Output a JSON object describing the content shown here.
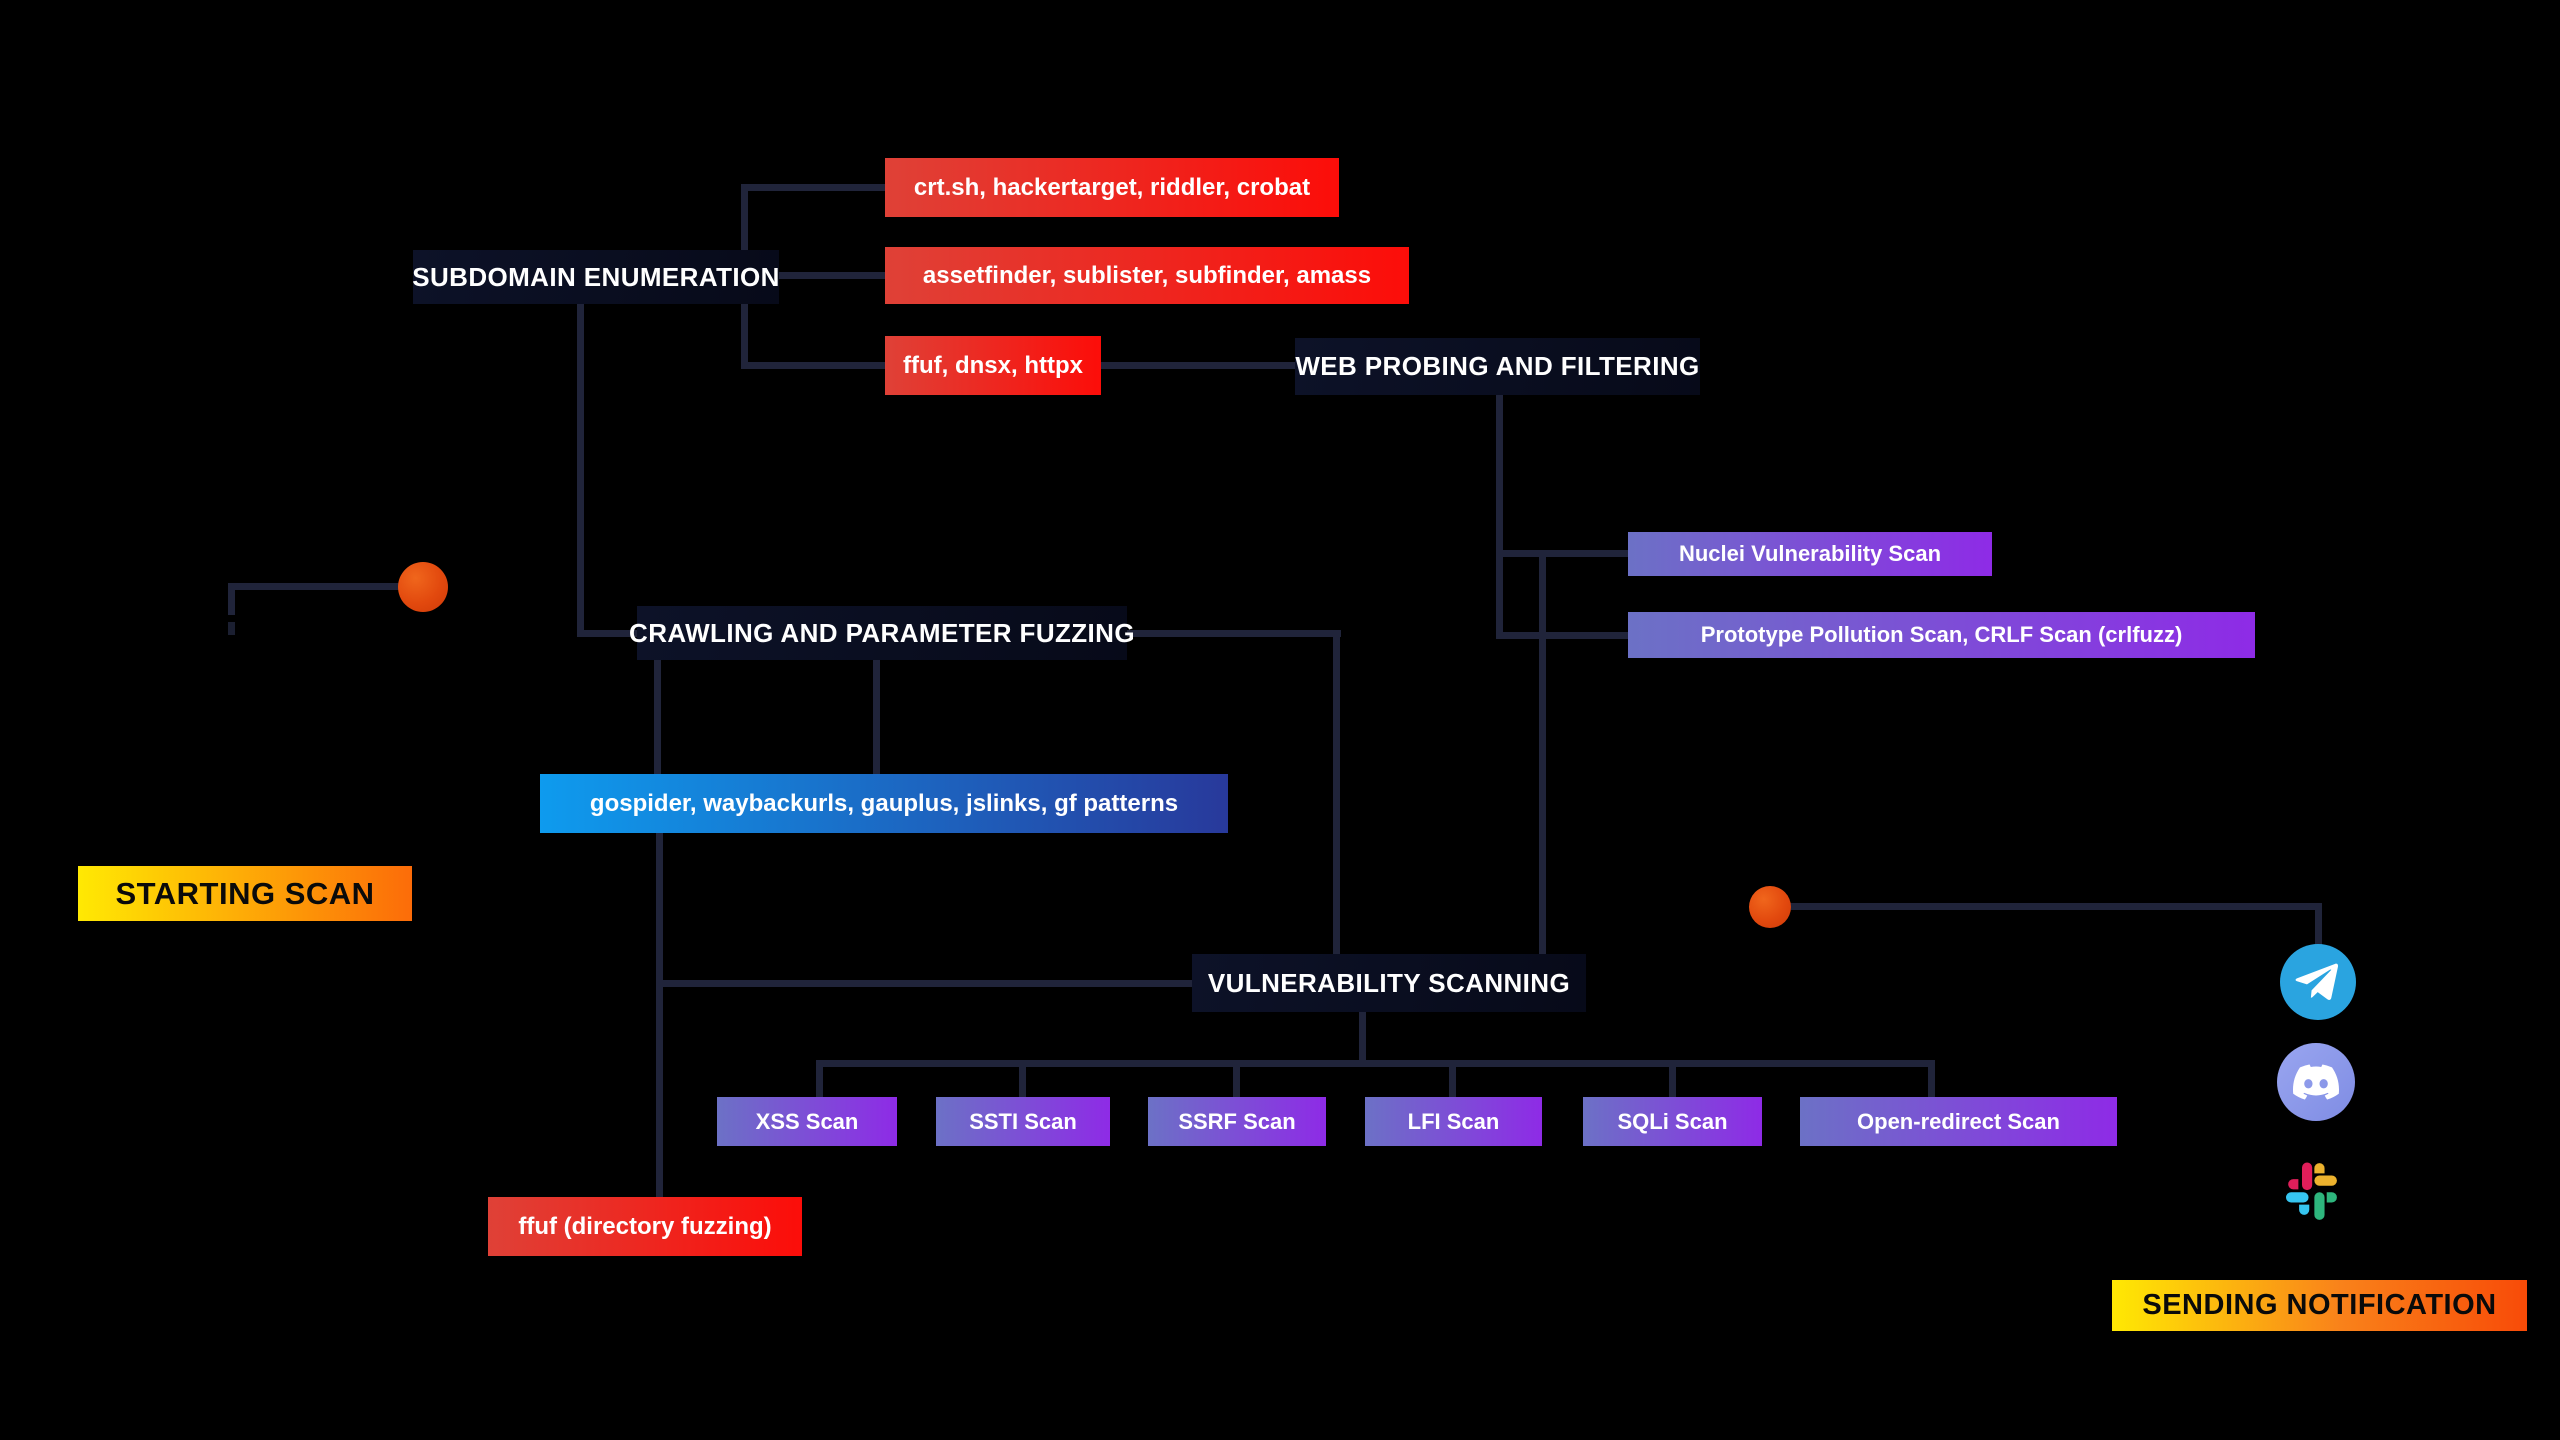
{
  "diagram": {
    "stages": {
      "subdomain": "SUBDOMAIN ENUMERATION",
      "web_probing": "WEB PROBING AND FILTERING",
      "crawling": "CRAWLING AND PARAMETER FUZZING",
      "vuln_scanning": "VULNERABILITY SCANNING"
    },
    "tools": {
      "cert_sources": "crt.sh, hackertarget, riddler, crobat",
      "subdomain_tools": "assetfinder, sublister, subfinder, amass",
      "probe_tools": "ffuf, dnsx, httpx",
      "nuclei": "Nuclei Vulnerability Scan",
      "prototype": "Prototype Pollution Scan, CRLF Scan (crlfuzz)",
      "crawl_tools": "gospider, waybackurls, gauplus, jslinks, gf patterns",
      "dir_fuzzing": "ffuf (directory fuzzing)"
    },
    "scans": [
      "XSS Scan",
      "SSTI Scan",
      "SSRF Scan",
      "LFI Scan",
      "SQLi Scan",
      "Open-redirect Scan"
    ],
    "badges": {
      "start": "STARTING SCAN",
      "notify": "SENDING NOTIFICATION"
    },
    "icons": [
      "telegram-icon",
      "discord-icon",
      "slack-icon"
    ],
    "colors": {
      "background": "#000000",
      "connector": "#20243a",
      "stage_box": "#0a0e22",
      "red_gradient": [
        "#df4137",
        "#fc0d09"
      ],
      "blue_gradient": [
        "#0e9bee",
        "#28399b"
      ],
      "purple_gradient": [
        "#6c71c6",
        "#8e2be6"
      ],
      "badge_gradient": [
        "#ffe903",
        "#fc6c09"
      ],
      "dot_orange": "#e2490e",
      "telegram_blue": "#2aa4e0",
      "discord_periwinkle": "#8b98e9",
      "slack_pink": "#E01E5A",
      "slack_yellow": "#ECB22E",
      "slack_blue": "#36C5F0",
      "slack_green": "#2EB67D"
    }
  }
}
